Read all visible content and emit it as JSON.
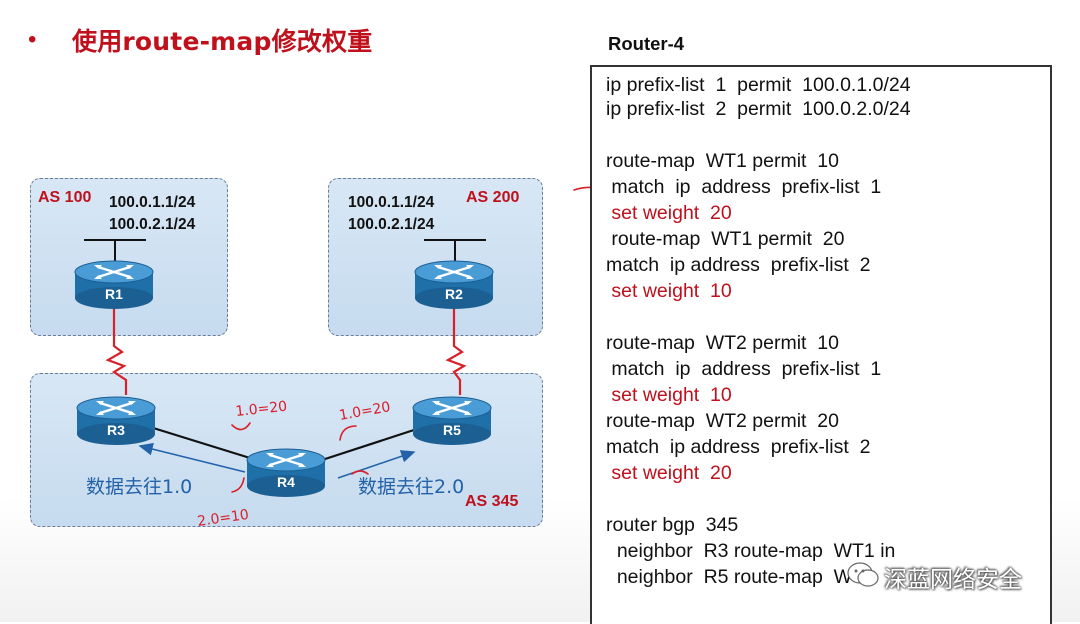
{
  "slide": {
    "bullet": "•",
    "title": "使用route-map修改权重"
  },
  "diagram": {
    "as100": {
      "label": "AS 100",
      "ips": [
        "100.0.1.1/24",
        "100.0.2.1/24"
      ]
    },
    "as200": {
      "label": "AS 200",
      "ips": [
        "100.0.1.1/24",
        "100.0.2.1/24"
      ]
    },
    "as345": {
      "label": "AS 345"
    },
    "routers": {
      "r1": "R1",
      "r2": "R2",
      "r3": "R3",
      "r4": "R4",
      "r5": "R5"
    },
    "traffic_left": "数据去往1.0",
    "traffic_right": "数据去往2.0",
    "handwritten_notes": [
      "1.0=20",
      "1.0=20",
      "2.0=10"
    ]
  },
  "config": {
    "heading": "Router-4",
    "lines": [
      {
        "text": "ip prefix-list  1  permit  100.0.1.0/24",
        "red": false
      },
      {
        "text": "ip prefix-list  2  permit  100.0.2.0/24",
        "red": false
      },
      {
        "text": "",
        "red": false
      },
      {
        "text": "route-map  WT1 permit  10",
        "red": false
      },
      {
        "text": " match  ip  address  prefix-list  1",
        "red": false
      },
      {
        "text": " set weight  20",
        "red": true
      },
      {
        "text": " route-map  WT1 permit  20",
        "red": false
      },
      {
        "text": "match  ip address  prefix-list  2",
        "red": false
      },
      {
        "text": " set weight  10",
        "red": true
      },
      {
        "text": "",
        "red": false
      },
      {
        "text": "route-map  WT2 permit  10",
        "red": false
      },
      {
        "text": " match  ip  address  prefix-list  1",
        "red": false
      },
      {
        "text": " set weight  10",
        "red": true
      },
      {
        "text": "route-map  WT2 permit  20",
        "red": false
      },
      {
        "text": "match  ip address  prefix-list  2",
        "red": false
      },
      {
        "text": " set weight  20",
        "red": true
      },
      {
        "text": "",
        "red": false
      },
      {
        "text": "router bgp  345",
        "red": false
      },
      {
        "text": "  neighbor  R3 route-map  WT1 in",
        "red": false
      },
      {
        "text": "  neighbor  R5 route-map  WT2",
        "red": false
      }
    ]
  },
  "watermark": {
    "text": "深蓝网络安全"
  },
  "colors": {
    "accent_red": "#c0101c",
    "arrow_blue": "#2362a8",
    "router_blue": "#1f6fa8",
    "as_fill": "#cfe1f2"
  }
}
